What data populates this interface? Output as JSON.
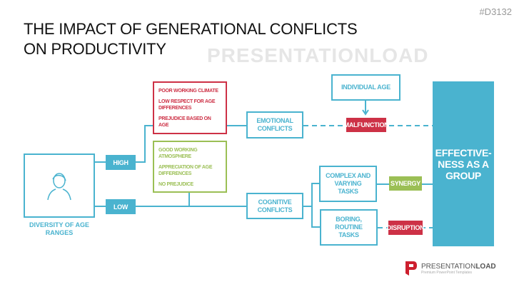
{
  "slide_code": "#D3132",
  "title_line1": "THE IMPACT OF GENERATIONAL CONFLICTS",
  "title_line2": "ON PRODUCTIVITY",
  "watermark": "PRESENTATIONLOAD",
  "person_label": "DIVERSITY OF AGE RANGES",
  "high_label": "HIGH",
  "low_label": "LOW",
  "negative_factors": [
    "POOR WORKING CLIMATE",
    "LOW RESPECT FOR AGE DIFFERENCES",
    "PREJUDICE BASED ON AGE"
  ],
  "positive_factors": [
    "GOOD WORKING ATMOSPHERE",
    "APPRECIATION OF AGE DIFFERENCES",
    "NO PREJUDICE"
  ],
  "emotional": "EMOTIONAL CONFLICTS",
  "cognitive": "COGNITIVE CONFLICTS",
  "individual_age": "INDIVIDUAL AGE",
  "malfunction": "MALFUNCTION",
  "complex": "COMPLEX AND VARYING TASKS",
  "boring": "BORING, ROUTINE TASKS",
  "synergy": "SYNERGY",
  "disruption": "DISRUPTION",
  "effectiveness": "EFFECTIVE-NESS AS A GROUP",
  "logo": {
    "brand_light": "PRESENTATION",
    "brand_bold": "LOAD",
    "tagline": "Premium PowerPoint Templates"
  },
  "colors": {
    "blue": "#4ab3cf",
    "red": "#cd3146",
    "green": "#9bbf55"
  }
}
